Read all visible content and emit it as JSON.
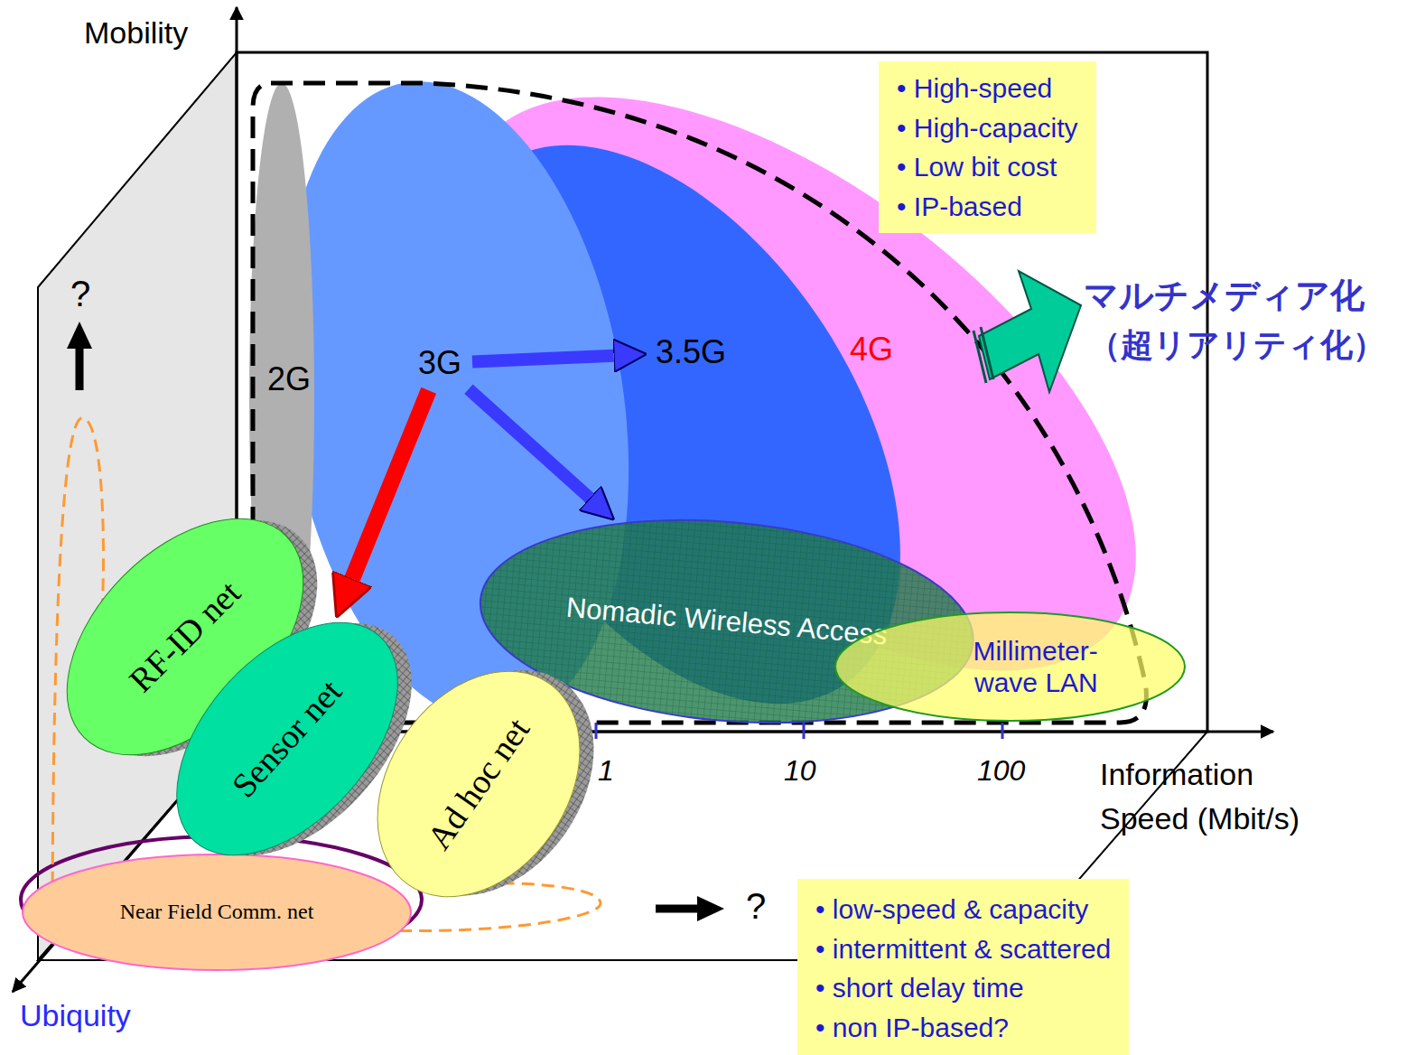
{
  "diagram": {
    "nodes": [
      {
        "text": [
          "• High-speed",
          "• High-capacity",
          "• Low bit cost",
          "• IP-based"
        ]
      },
      {
        "text": [
          "2G"
        ]
      },
      {
        "text": [
          "3G"
        ]
      },
      {
        "text": [
          "3.5G"
        ]
      },
      {
        "text": [
          "4G"
        ]
      },
      {
        "text": [
          "Nomadic Wireless Access"
        ]
      },
      {
        "text": [
          "Millimeter-wave LAN"
        ]
      },
      {
        "text": [
          "RF-ID net"
        ]
      },
      {
        "text": [
          "Sensor net"
        ]
      },
      {
        "text": [
          "Ad hoc net"
        ]
      },
      {
        "text": [
          "Near Field Comm. net"
        ]
      },
      {
        "text": [
          "• low-speed & capacity",
          "• intermittent & scattered",
          "• short delay time",
          "• non IP-based?"
        ]
      }
    ],
    "edges": [
      {
        "from": 2,
        "to": 3,
        "arrow": "to"
      },
      {
        "from": 2,
        "to": 5,
        "arrow": "to"
      },
      {
        "from": 2,
        "to": 8,
        "arrow": "to"
      }
    ],
    "labels": [
      "Mobility",
      "Information Speed (Mbit/s)",
      "Ubiquity",
      "1",
      "10",
      "100",
      "?",
      "?",
      "マルチメディア化",
      "（超リアリティ化）"
    ]
  }
}
